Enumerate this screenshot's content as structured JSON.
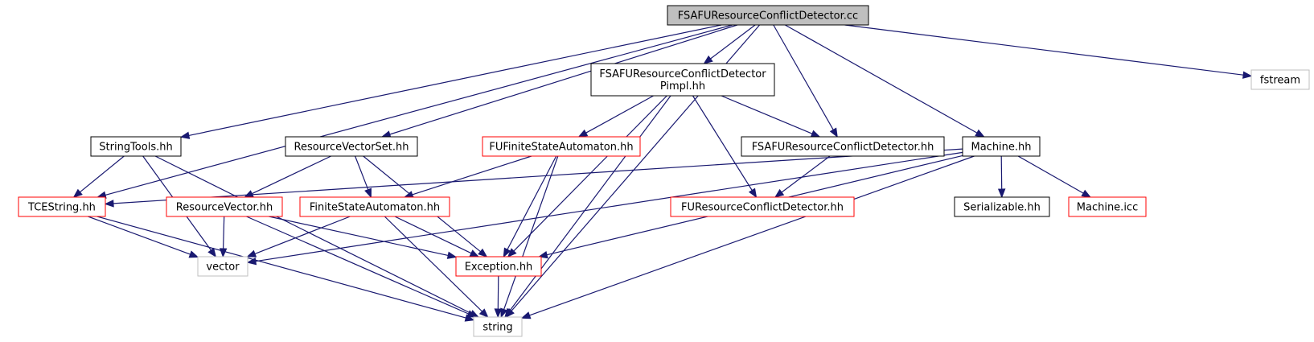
{
  "colors": {
    "edge": "#191970",
    "root_fill": "#bfbfbf",
    "border_default": "#000000",
    "border_red": "#ff0000",
    "border_gray": "#bfbfbf"
  },
  "nodes": [
    {
      "id": "root",
      "lines": [
        "FSAFUResourceConflictDetector.cc"
      ],
      "style": "root"
    },
    {
      "id": "pimpl",
      "lines": [
        "FSAFUResourceConflictDetector",
        "Pimpl.hh"
      ],
      "style": "default"
    },
    {
      "id": "fstream",
      "lines": [
        "fstream"
      ],
      "style": "gray"
    },
    {
      "id": "stringtools",
      "lines": [
        "StringTools.hh"
      ],
      "style": "default"
    },
    {
      "id": "rvset",
      "lines": [
        "ResourceVectorSet.hh"
      ],
      "style": "default"
    },
    {
      "id": "fufsa",
      "lines": [
        "FUFiniteStateAutomaton.hh"
      ],
      "style": "red"
    },
    {
      "id": "fsafurcd",
      "lines": [
        "FSAFUResourceConflictDetector.hh"
      ],
      "style": "default"
    },
    {
      "id": "machine",
      "lines": [
        "Machine.hh"
      ],
      "style": "default"
    },
    {
      "id": "tcestring",
      "lines": [
        "TCEString.hh"
      ],
      "style": "red"
    },
    {
      "id": "rvector",
      "lines": [
        "ResourceVector.hh"
      ],
      "style": "red"
    },
    {
      "id": "fsa",
      "lines": [
        "FiniteStateAutomaton.hh"
      ],
      "style": "red"
    },
    {
      "id": "furcd",
      "lines": [
        "FUResourceConflictDetector.hh"
      ],
      "style": "red"
    },
    {
      "id": "serializable",
      "lines": [
        "Serializable.hh"
      ],
      "style": "default"
    },
    {
      "id": "machineicc",
      "lines": [
        "Machine.icc"
      ],
      "style": "red"
    },
    {
      "id": "vector",
      "lines": [
        "vector"
      ],
      "style": "gray"
    },
    {
      "id": "exception",
      "lines": [
        "Exception.hh"
      ],
      "style": "red"
    },
    {
      "id": "string",
      "lines": [
        "string"
      ],
      "style": "gray"
    }
  ],
  "edges": [
    {
      "from": "root",
      "to": "pimpl"
    },
    {
      "from": "root",
      "to": "fstream"
    },
    {
      "from": "root",
      "to": "stringtools"
    },
    {
      "from": "root",
      "to": "rvset"
    },
    {
      "from": "root",
      "to": "fsafurcd"
    },
    {
      "from": "root",
      "to": "machine"
    },
    {
      "from": "root",
      "to": "tcestring"
    },
    {
      "from": "root",
      "to": "string"
    },
    {
      "from": "pimpl",
      "to": "fufsa"
    },
    {
      "from": "pimpl",
      "to": "fsafurcd"
    },
    {
      "from": "pimpl",
      "to": "furcd"
    },
    {
      "from": "pimpl",
      "to": "exception"
    },
    {
      "from": "pimpl",
      "to": "string"
    },
    {
      "from": "stringtools",
      "to": "tcestring"
    },
    {
      "from": "stringtools",
      "to": "vector"
    },
    {
      "from": "stringtools",
      "to": "string"
    },
    {
      "from": "rvset",
      "to": "rvector"
    },
    {
      "from": "rvset",
      "to": "fsa"
    },
    {
      "from": "rvset",
      "to": "exception"
    },
    {
      "from": "fufsa",
      "to": "fsa"
    },
    {
      "from": "fufsa",
      "to": "exception"
    },
    {
      "from": "fufsa",
      "to": "string"
    },
    {
      "from": "fsafurcd",
      "to": "furcd"
    },
    {
      "from": "machine",
      "to": "tcestring"
    },
    {
      "from": "machine",
      "to": "vector"
    },
    {
      "from": "machine",
      "to": "exception"
    },
    {
      "from": "machine",
      "to": "serializable"
    },
    {
      "from": "machine",
      "to": "machineicc"
    },
    {
      "from": "machine",
      "to": "string"
    },
    {
      "from": "tcestring",
      "to": "vector"
    },
    {
      "from": "tcestring",
      "to": "string"
    },
    {
      "from": "rvector",
      "to": "vector"
    },
    {
      "from": "rvector",
      "to": "exception"
    },
    {
      "from": "rvector",
      "to": "string"
    },
    {
      "from": "fsa",
      "to": "vector"
    },
    {
      "from": "fsa",
      "to": "exception"
    },
    {
      "from": "fsa",
      "to": "string"
    },
    {
      "from": "exception",
      "to": "string"
    }
  ]
}
